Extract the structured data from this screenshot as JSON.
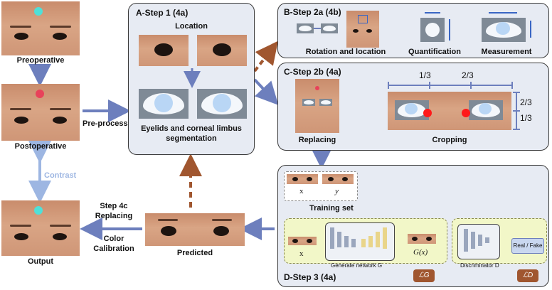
{
  "left": {
    "preoperative": "Preoperative",
    "postoperative": "Postoperative",
    "contrast": "Contrast",
    "output": "Output",
    "preprocess": "Pre-process"
  },
  "panelA": {
    "title": "A-Step 1 (4a)",
    "location": "Location",
    "segmentation_line1": "Eyelids and corneal limbus",
    "segmentation_line2": "segmentation"
  },
  "panelB": {
    "title": "B-Step 2a (4b)",
    "rotation": "Rotation and location",
    "quantification": "Quantification",
    "measurement": "Measurement"
  },
  "panelC": {
    "title": "C-Step 2b (4a)",
    "replacing": "Replacing",
    "cropping": "Cropping",
    "frac_13": "1/3",
    "frac_23": "2/3"
  },
  "panelD": {
    "title": "D-Step 3 (4a)",
    "x": "x",
    "y": "y",
    "training_set": "Training set",
    "generate_network": "Generate network G",
    "gx": "G(x)",
    "discriminator": "Discriminator D",
    "realfake": "Real / Fake",
    "loss_g": "ℒG",
    "loss_d": "ℒD"
  },
  "bottom": {
    "predicted": "Predicted",
    "step4c_line1": "Step 4c",
    "step4c_line2": "Replacing",
    "color_line1": "Color",
    "color_line2": "Calibration"
  },
  "colors": {
    "arrow_blue": "#6d7fbd",
    "arrow_brown": "#a0562f",
    "contrast_blue": "#9db6e2",
    "dot_cyan": "#4fe0d8",
    "dot_red": "#e8425a"
  }
}
